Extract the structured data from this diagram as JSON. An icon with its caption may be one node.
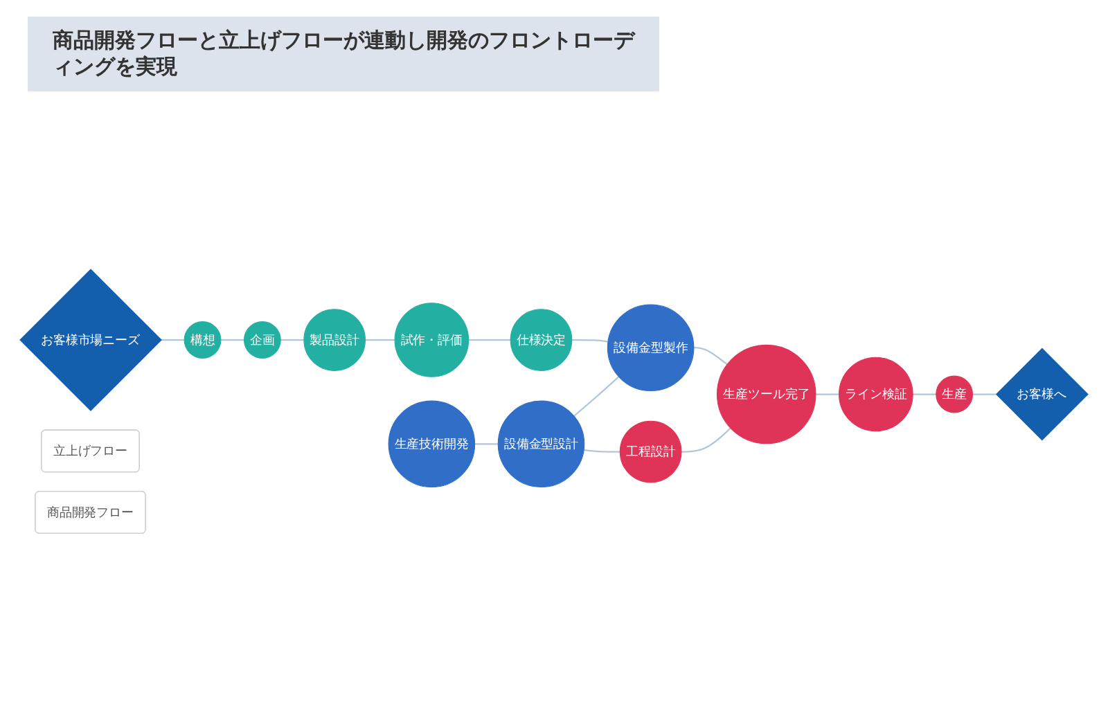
{
  "diagram": {
    "title": "商品開発フローと立上げフローが連動し開発のフロントローディングを実現",
    "nodes": [
      {
        "text": [
          "お客様市場ニーズ"
        ]
      },
      {
        "text": [
          "構想"
        ]
      },
      {
        "text": [
          "企画"
        ]
      },
      {
        "text": [
          "製品設計"
        ]
      },
      {
        "text": [
          "試作・評価"
        ]
      },
      {
        "text": [
          "仕様決定"
        ]
      },
      {
        "text": [
          "生産技術開発"
        ]
      },
      {
        "text": [
          "設備金型設計"
        ]
      },
      {
        "text": [
          "設備金型製作"
        ]
      },
      {
        "text": [
          "工程設計"
        ]
      },
      {
        "text": [
          "生産ツール完了"
        ]
      },
      {
        "text": [
          "ライン検証"
        ]
      },
      {
        "text": [
          "生産"
        ]
      },
      {
        "text": [
          "お客様へ"
        ]
      },
      {
        "text": [
          "立上げフロー"
        ]
      },
      {
        "text": [
          "商品開発フロー"
        ]
      }
    ],
    "edges": [
      {
        "from": 0,
        "to": 1,
        "arrow": "none"
      },
      {
        "from": 1,
        "to": 2,
        "arrow": "none"
      },
      {
        "from": 2,
        "to": 3,
        "arrow": "none"
      },
      {
        "from": 3,
        "to": 4,
        "arrow": "none"
      },
      {
        "from": 4,
        "to": 5,
        "arrow": "none"
      },
      {
        "from": 5,
        "to": 8,
        "arrow": "none"
      },
      {
        "from": 6,
        "to": 7,
        "arrow": "none"
      },
      {
        "from": 7,
        "to": 8,
        "arrow": "none"
      },
      {
        "from": 7,
        "to": 9,
        "arrow": "none"
      },
      {
        "from": 8,
        "to": 10,
        "arrow": "none"
      },
      {
        "from": 9,
        "to": 10,
        "arrow": "none"
      },
      {
        "from": 10,
        "to": 11,
        "arrow": "none"
      },
      {
        "from": 11,
        "to": 12,
        "arrow": "none"
      },
      {
        "from": 12,
        "to": 13,
        "arrow": "none"
      }
    ]
  }
}
